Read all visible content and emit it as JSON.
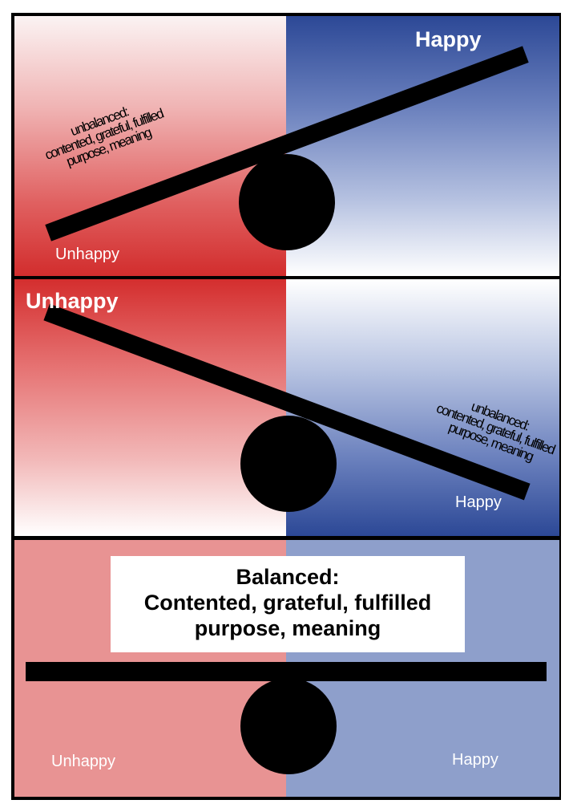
{
  "panel_top": {
    "heavy_label": "Happy",
    "light_label": "Unhappy",
    "note_lines": [
      "unbalanced:",
      "contented, grateful, fulfilled",
      "purpose, meaning"
    ]
  },
  "panel_middle": {
    "heavy_label": "Unhappy",
    "light_label": "Happy",
    "note_lines": [
      "unbalanced:",
      "contented, grateful, fulfilled",
      "purpose, meaning"
    ]
  },
  "panel_bottom": {
    "title_lines": [
      "Balanced:",
      "Contented, grateful, fulfilled",
      "purpose, meaning"
    ],
    "left_label": "Unhappy",
    "right_label": "Happy"
  },
  "colors": {
    "unhappy_red": "#d22d2d",
    "happy_blue": "#2c4896",
    "unhappy_muted": "#e89393",
    "happy_muted": "#8e9fcb"
  }
}
